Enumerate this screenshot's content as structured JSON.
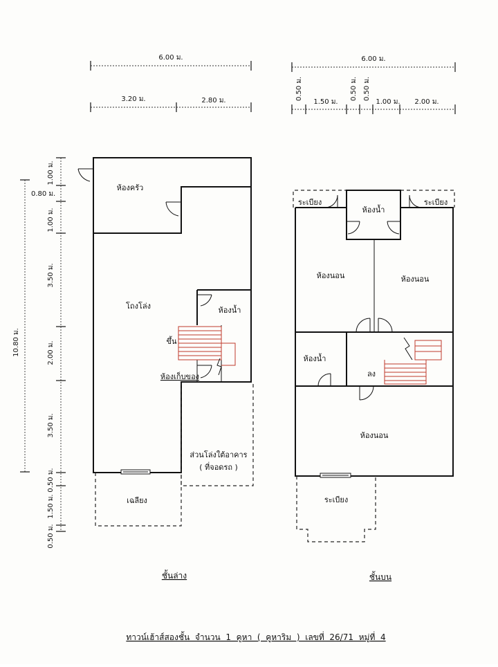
{
  "dimensions": {
    "ground_total_width": "6.00 ม.",
    "ground_left_width": "3.20 ม.",
    "ground_right_width": "2.80 ม.",
    "upper_total_width": "6.00 ม.",
    "upper_segments": [
      "0.50 ม.",
      "1.50 ม.",
      "0.50 ม.",
      "0.50 ม.",
      "1.00 ม.",
      "2.00 ม."
    ],
    "overall_depth": "10.80 ม.",
    "depth_segments": [
      "1.00 ม.",
      "0.80 ม.",
      "1.00 ม.",
      "3.50 ม.",
      "2.00 ม.",
      "3.50 ม.",
      "0.50 ม.",
      "1.50 ม.",
      "0.50 ม."
    ]
  },
  "ground_floor": {
    "label": "ชั้นล่าง",
    "rooms": {
      "kitchen": "ห้องครัว",
      "living_hall": "โถงโล่ง",
      "bathroom": "ห้องน้ำ",
      "storage": "ห้องเก็บของ",
      "stairs_up": "ขึ้น",
      "open_space_line1": "ส่วนโล่งใต้อาคาร",
      "open_space_line2": "( ที่จอดรถ )",
      "porch": "เฉลียง"
    }
  },
  "upper_floor": {
    "label": "ชั้นบน",
    "rooms": {
      "balcony_left": "ระเบียง",
      "bathroom_top": "ห้องน้ำ",
      "balcony_right": "ระเบียง",
      "bedroom_left": "ห้องนอน",
      "bedroom_right": "ห้องนอน",
      "bathroom_mid": "ห้องน้ำ",
      "stairs_down": "ลง",
      "bedroom_front": "ห้องนอน",
      "balcony_front": "ระเบียง"
    }
  },
  "footer_caption": "ทาวน์เฮ้าส์สองชั้น  จำนวน  1  คูหา  (  คูหาริม  )  เลขที่  26/71  หมู่ที่  4"
}
